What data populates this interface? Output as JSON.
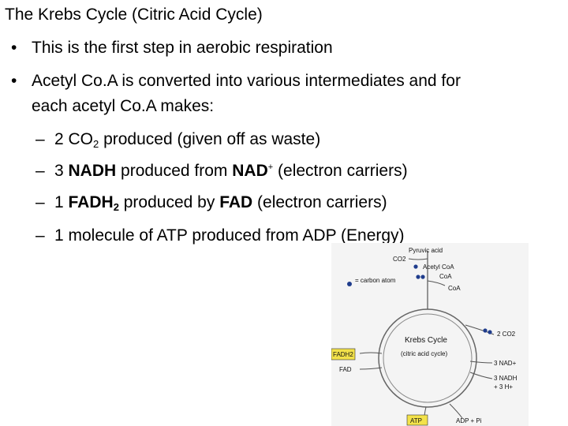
{
  "title": "The Krebs Cycle (Citric Acid Cycle)",
  "bullets": [
    "This is the first step in aerobic respiration",
    "Acetyl Co.A is converted into various intermediates and for",
    "each acetyl Co.A makes:"
  ],
  "subitems": {
    "co2": {
      "pre": "2 CO",
      "sub": "2",
      "post": " produced (given off as waste)"
    },
    "nadh": {
      "pre": "3 ",
      "bold1": "NADH",
      "mid": " produced from ",
      "bold2": "NAD",
      "sup": "+",
      "post": " (electron carriers)"
    },
    "fadh": {
      "pre": "1 ",
      "bold1": "FADH",
      "sub": "2",
      "mid": " produced by ",
      "bold2": "FAD",
      "post": " (electron carriers)"
    },
    "atp": {
      "text": "1 molecule of ATP produced from ADP (Energy)"
    }
  },
  "diagram": {
    "center_title": "Krebs Cycle",
    "center_subtitle": "(citric acid cycle)",
    "pyruvic_acid": "Pyruvic acid",
    "co2_top": "CO2",
    "acetyl_coa": "Acetyl CoA",
    "coa_1": "CoA",
    "coa_2": "CoA",
    "legend_carbon": "= carbon atom",
    "co2_right": "2 CO2",
    "nad": "3 NAD+",
    "nadh": "3 NADH",
    "h_plus": "+ 3 H+",
    "fadh2": "FADH2",
    "fad": "FAD",
    "atp": "ATP",
    "adp": "ADP + Pi",
    "box_color": "#f3e24a",
    "dot_color": "#1f3c8c"
  }
}
